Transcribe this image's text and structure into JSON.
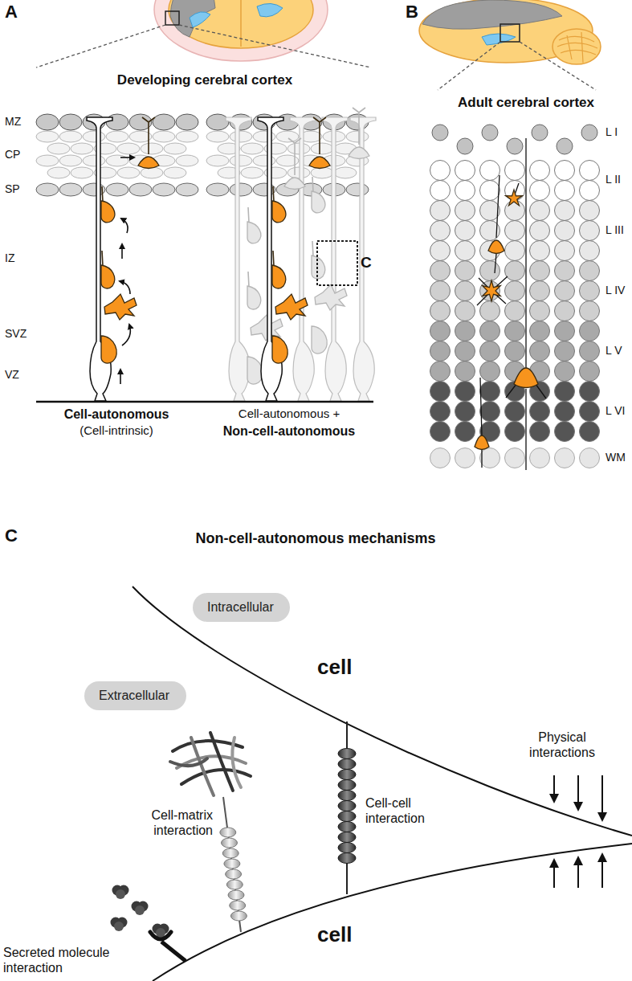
{
  "diagram": {
    "nodes": [
      {
        "text": [
          "Intracellular"
        ]
      },
      {
        "text": [
          "Extracellular"
        ]
      }
    ],
    "labels": [
      "A",
      "B",
      "Developing cerebral cortex",
      "Adult cerebral cortex",
      "MZ",
      "CP",
      "SP",
      "IZ",
      "SVZ",
      "VZ",
      "Cell-autonomous",
      "(Cell-intrinsic)",
      "C",
      "Cell-autonomous +",
      "Non-cell-autonomous",
      "L I",
      "L II",
      "L III",
      "L IV",
      "L V",
      "L VI",
      "WM",
      "C",
      "Non-cell-autonomous mechanisms",
      "cell",
      "cell",
      "Physical interactions",
      "Cell-cell interaction",
      "Cell-matrix interaction",
      "Secreted molecule interaction"
    ]
  }
}
